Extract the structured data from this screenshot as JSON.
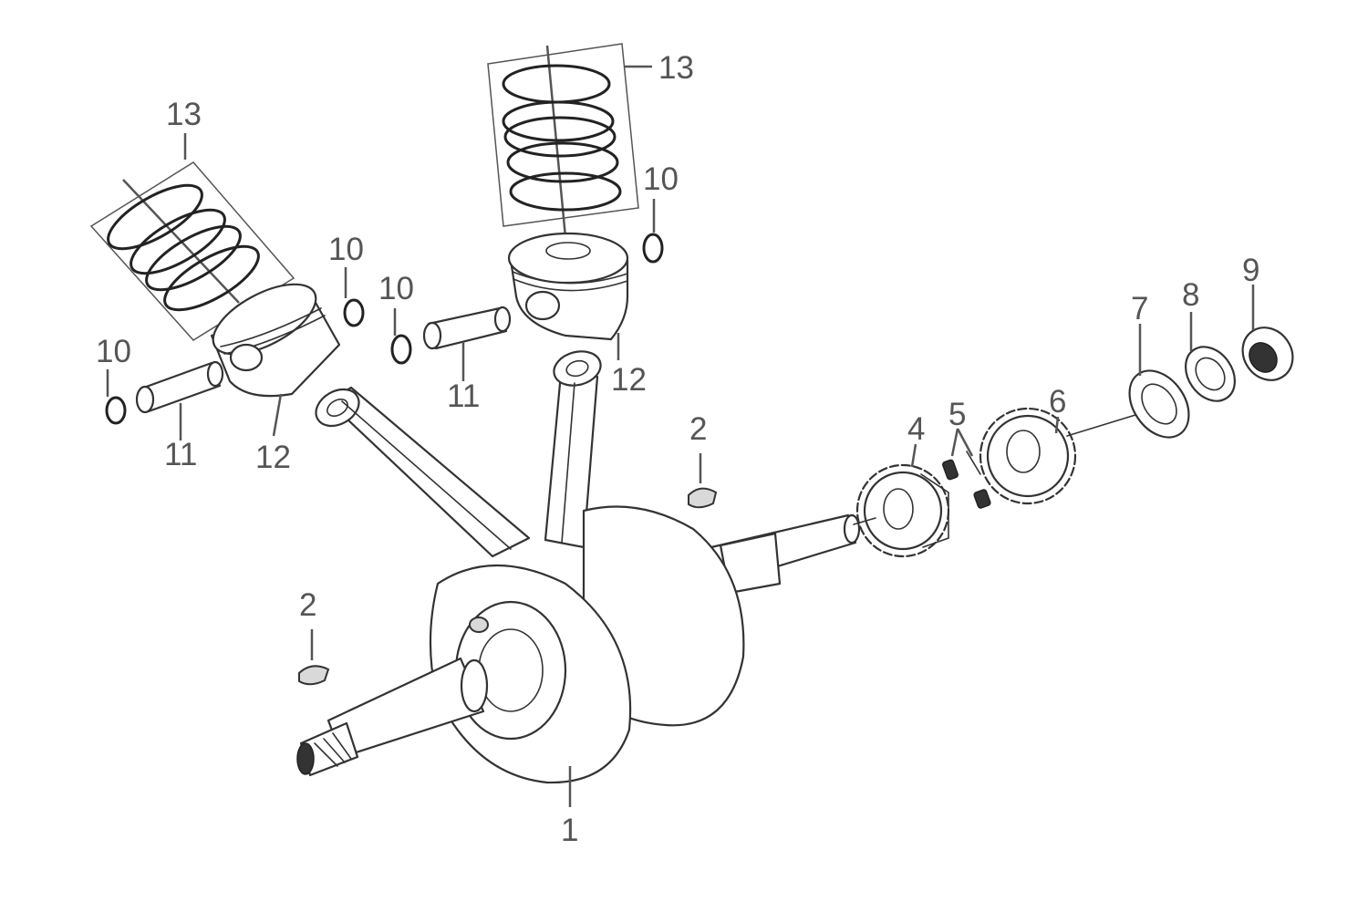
{
  "callouts": [
    {
      "id": "crankshaft",
      "label": "1"
    },
    {
      "id": "key-upper",
      "label": "2"
    },
    {
      "id": "key-lower",
      "label": "2"
    },
    {
      "id": "gear-drive",
      "label": "4"
    },
    {
      "id": "spring-pin",
      "label": "5"
    },
    {
      "id": "gear-timing",
      "label": "6"
    },
    {
      "id": "washer-7",
      "label": "7"
    },
    {
      "id": "washer-8",
      "label": "8"
    },
    {
      "id": "nut",
      "label": "9"
    },
    {
      "id": "clip-a",
      "label": "10"
    },
    {
      "id": "clip-b",
      "label": "10"
    },
    {
      "id": "clip-c",
      "label": "10"
    },
    {
      "id": "clip-d",
      "label": "10"
    },
    {
      "id": "pin-left",
      "label": "11"
    },
    {
      "id": "pin-right",
      "label": "11"
    },
    {
      "id": "piston-left",
      "label": "12"
    },
    {
      "id": "piston-right",
      "label": "12"
    },
    {
      "id": "rings-left",
      "label": "13"
    },
    {
      "id": "rings-right",
      "label": "13"
    }
  ]
}
